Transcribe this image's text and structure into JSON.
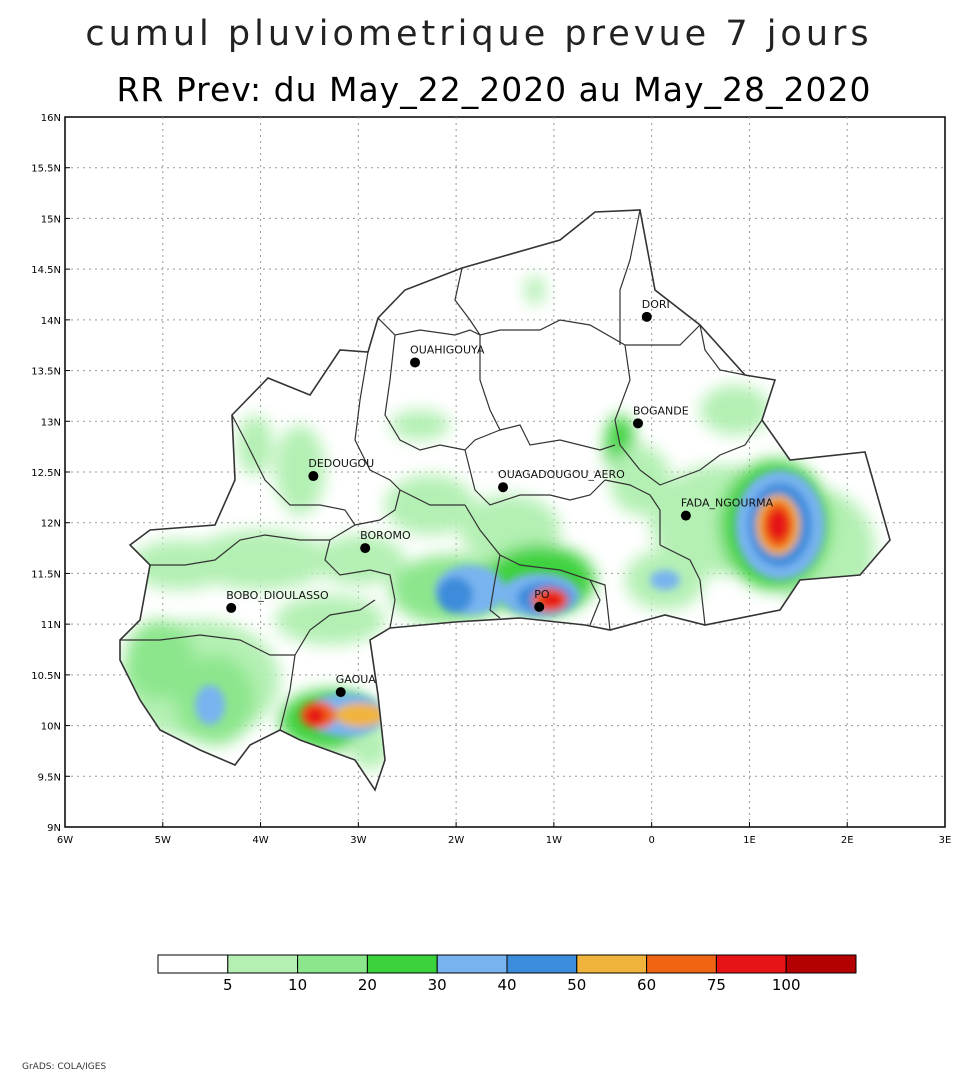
{
  "header": {
    "title": "cumul pluviometrique prevue 7 jours",
    "subtitle": "RR Prev: du May_22_2020 au May_28_2020"
  },
  "axes": {
    "lat_labels": [
      "16N",
      "15.5N",
      "15N",
      "14.5N",
      "14N",
      "13.5N",
      "13N",
      "12.5N",
      "12N",
      "11.5N",
      "11N",
      "10.5N",
      "10N",
      "9.5N",
      "9N"
    ],
    "lon_labels": [
      "6W",
      "5W",
      "4W",
      "3W",
      "2W",
      "1W",
      "0",
      "1E",
      "2E",
      "3E"
    ],
    "lat_range": [
      9,
      16
    ],
    "lon_range": [
      -6,
      3
    ],
    "grid": true
  },
  "cities": [
    {
      "name": "DORI",
      "lon": -0.05,
      "lat": 14.03
    },
    {
      "name": "OUAHIGOUYA",
      "lon": -2.42,
      "lat": 13.58
    },
    {
      "name": "BOGANDE",
      "lon": -0.14,
      "lat": 12.98
    },
    {
      "name": "DEDOUGOU",
      "lon": -3.46,
      "lat": 12.46
    },
    {
      "name": "OUAGADOUGOU_AERO",
      "lon": -1.52,
      "lat": 12.35
    },
    {
      "name": "FADA_NGOURMA",
      "lon": 0.35,
      "lat": 12.07
    },
    {
      "name": "BOROMO",
      "lon": -2.93,
      "lat": 11.75
    },
    {
      "name": "BOBO_DIOULASSO",
      "lon": -4.3,
      "lat": 11.16
    },
    {
      "name": "PO",
      "lon": -1.15,
      "lat": 11.17
    },
    {
      "name": "GAOUA",
      "lon": -3.18,
      "lat": 10.33
    }
  ],
  "colorbar": {
    "labels": [
      "5",
      "10",
      "20",
      "30",
      "40",
      "50",
      "60",
      "75",
      "100"
    ],
    "colors": [
      "#ffffff",
      "#b4f0b4",
      "#8ce68c",
      "#3cd23c",
      "#78b4f0",
      "#3c8cdc",
      "#f0b43c",
      "#f06414",
      "#e61414",
      "#b40000"
    ]
  },
  "credit": "GrADS: COLA/IGES"
}
